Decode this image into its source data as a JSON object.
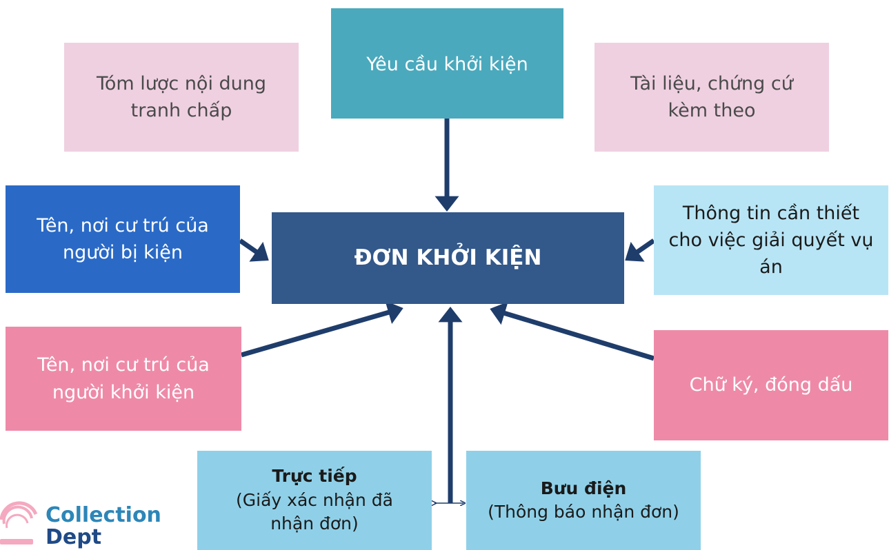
{
  "diagram": {
    "center": {
      "title": "ĐƠN KHỞI KIỆN"
    },
    "nodes": {
      "top": {
        "lines": [
          "Yêu cầu khởi kiện"
        ]
      },
      "top_left": {
        "lines": [
          "Tóm lược nội dung",
          "tranh chấp"
        ]
      },
      "top_right": {
        "lines": [
          "Tài liệu, chứng cứ",
          "kèm theo"
        ]
      },
      "mid_left": {
        "lines": [
          "Tên, nơi cư trú của",
          "người bị kiện"
        ]
      },
      "mid_right": {
        "lines": [
          "Thông tin cần thiết",
          "cho việc giải quyết vụ",
          "án"
        ]
      },
      "bottom_left": {
        "lines": [
          "Tên, nơi cư trú của",
          "người khởi kiện"
        ]
      },
      "bottom_right": {
        "lines": [
          "Chữ ký, đóng dấu"
        ]
      },
      "submit_direct": {
        "title": "Trực tiếp",
        "lines": [
          "(Giấy xác nhận đã",
          "nhận đơn)"
        ]
      },
      "submit_post": {
        "title": "Bưu điện",
        "lines": [
          "(Thông báo nhận đơn)"
        ]
      }
    },
    "colors": {
      "center": "#33588a",
      "teal": "#4aa9bd",
      "light_pink": "#efd0e0",
      "blue": "#2a6ac6",
      "light_blue": "#b8e5f5",
      "pink": "#ee8aa8",
      "sky": "#8fd0e8",
      "arrow": "#1f3d6b"
    }
  },
  "logo": {
    "line1": "Collection",
    "line2": "Dept"
  }
}
